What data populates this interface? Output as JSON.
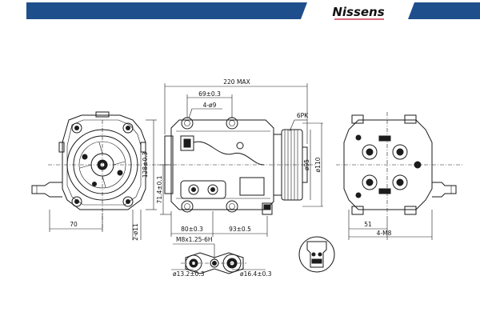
{
  "header": {
    "brand": "Nissens",
    "band_color": "#1f4e8c"
  },
  "dimensions": {
    "overall_length": "220 MAX",
    "mount_spacing": "69±0.3",
    "mount_holes": "4-ø9",
    "pulley_type": "6PK",
    "height": "128±0.3",
    "center_height": "71.4±0.1",
    "pulley_outer": "ø95",
    "pulley_body": "ø110",
    "bottom_offset_left": "80±0.3",
    "bottom_offset_right": "93±0.5",
    "front_width": "70",
    "front_offset": "2-ø11",
    "rear_width": "51",
    "rear_holes": "4-M8",
    "port_thread": "M8x1.25-6H",
    "port_small": "ø13.2±0.3",
    "port_large": "ø16.4±0.3"
  },
  "icons": {
    "front_view": "compressor-front-view-icon",
    "side_view": "compressor-side-view-icon",
    "rear_view": "compressor-rear-view-icon",
    "port_detail": "port-flange-detail-icon",
    "connector_detail": "electrical-connector-icon"
  }
}
